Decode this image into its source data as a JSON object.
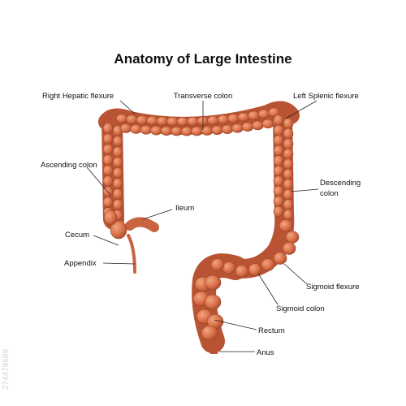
{
  "title": "Anatomy of Large Intestine",
  "labels": {
    "right_hepatic_flexure": "Right Hepatic flexure",
    "transverse_colon": "Transverse colon",
    "left_splenic_flexure": "Left Splenic flexure",
    "ascending_colon": "Ascending colon",
    "descending_colon_1": "Descending",
    "descending_colon_2": "colon",
    "ileum": "Ileum",
    "cecum": "Cecum",
    "appendix": "Appendix",
    "sigmoid_flexure": "Sigmoid flexure",
    "sigmoid_colon": "Sigmoid colon",
    "rectum": "Rectum",
    "anus": "Anus"
  },
  "watermark_id": "274478689",
  "colors": {
    "tissue_fill": "#d9714a",
    "tissue_light": "#ee9a73",
    "tissue_dark": "#a84a2b",
    "text": "#111111"
  }
}
